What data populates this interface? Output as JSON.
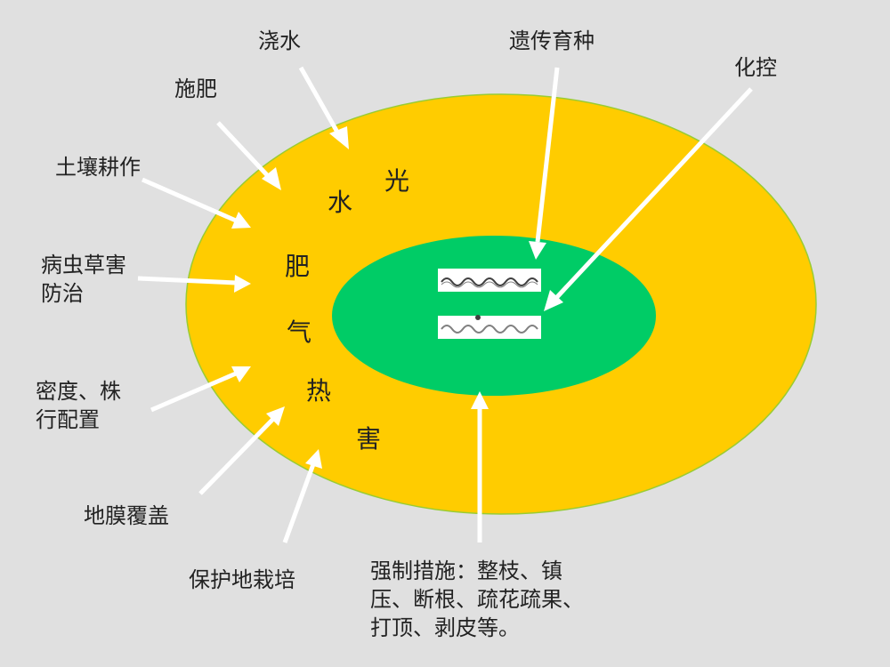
{
  "outer_labels": {
    "watering": "浇水",
    "breeding": "遗传育种",
    "chem_control": "化控",
    "fertilize": "施肥",
    "tillage": "土壤耕作",
    "pest_control": [
      "病虫草害",
      "防治"
    ],
    "density": [
      "密度、株",
      "行配置"
    ],
    "film_mulch": "地膜覆盖",
    "protected": "保护地栽培",
    "forced_measures": [
      "强制措施：整枝、镇",
      "压、断根、疏花疏果、",
      "打顶、剥皮等。"
    ]
  },
  "ring_factors": {
    "light": "光",
    "water": "水",
    "fertilizer": "肥",
    "air": "气",
    "heat": "热",
    "harm": "害"
  },
  "colors": {
    "background": "#e0e0e0",
    "outer_ellipse": "#ffcc00",
    "inner_ellipse": "#00cc66",
    "arrow": "#ffffff",
    "gene_wave": "#404040"
  }
}
